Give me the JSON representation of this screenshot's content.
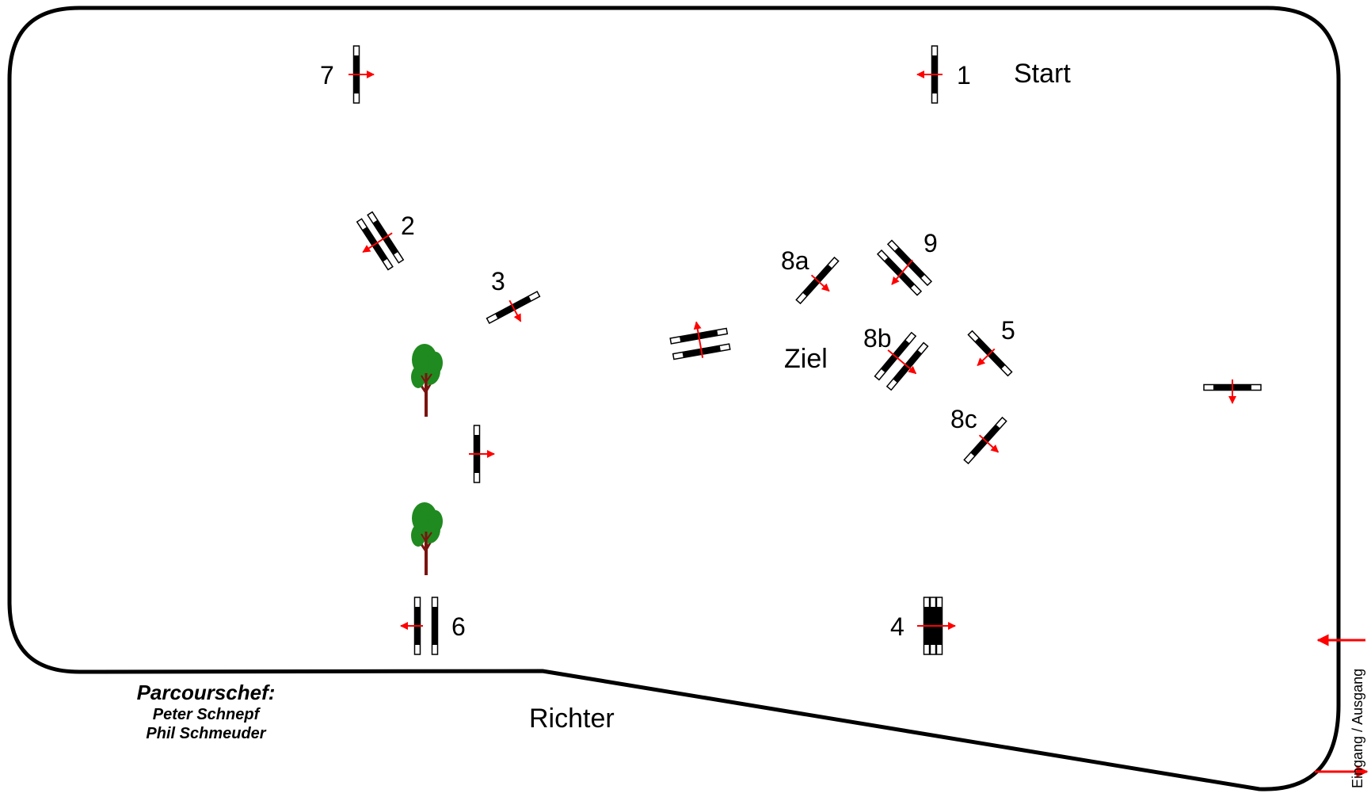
{
  "arena": {
    "start_label": "Start",
    "finish_label": "Ziel",
    "judge_label": "Richter",
    "entrance_label": "Eingang / Ausgang"
  },
  "obstacles": [
    {
      "id": "7",
      "label": "7"
    },
    {
      "id": "1",
      "label": "1"
    },
    {
      "id": "2",
      "label": "2"
    },
    {
      "id": "3",
      "label": "3"
    },
    {
      "id": "8a",
      "label": "8a"
    },
    {
      "id": "9",
      "label": "9"
    },
    {
      "id": "8b",
      "label": "8b"
    },
    {
      "id": "5",
      "label": "5"
    },
    {
      "id": "8c",
      "label": "8c"
    },
    {
      "id": "6",
      "label": "6"
    },
    {
      "id": "4",
      "label": "4"
    }
  ],
  "credits": {
    "title": "Parcourschef:",
    "names": [
      "Peter Schnepf",
      "Phil Schmeuder"
    ]
  },
  "colors": {
    "border": "#000000",
    "pole": "#000000",
    "pole_end": "#ffffff",
    "arrow": "#ff0000",
    "tree_foliage": "#1f8a1f",
    "tree_trunk": "#7a1410"
  }
}
